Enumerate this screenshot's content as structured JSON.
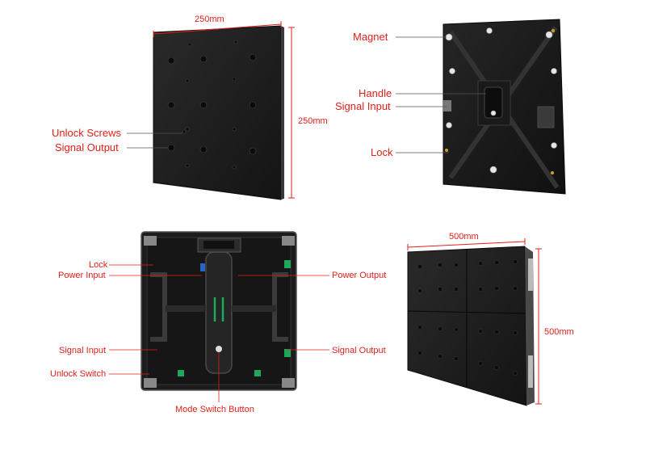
{
  "dimensions": {
    "single_width": "250mm",
    "single_height": "250mm",
    "quad_width": "500mm",
    "quad_height": "500mm"
  },
  "labels": {
    "unlock_screws": "Unlock Screws",
    "signal_output_front": "Signal Output",
    "magnet": "Magnet",
    "handle": "Handle",
    "signal_input_back": "Signal Input",
    "lock_back": "Lock",
    "lock_frame": "Lock",
    "power_input": "Power Input",
    "power_output": "Power Output",
    "signal_input_frame": "Signal Input",
    "signal_output_frame": "Signal Output",
    "unlock_switch": "Unlock Switch",
    "mode_switch_button": "Mode Switch Button"
  },
  "colors": {
    "label_red": "#e0201a",
    "panel_black": "#1c1c1c",
    "accent_green": "#1fa85a",
    "accent_blue": "#2a63c8"
  }
}
